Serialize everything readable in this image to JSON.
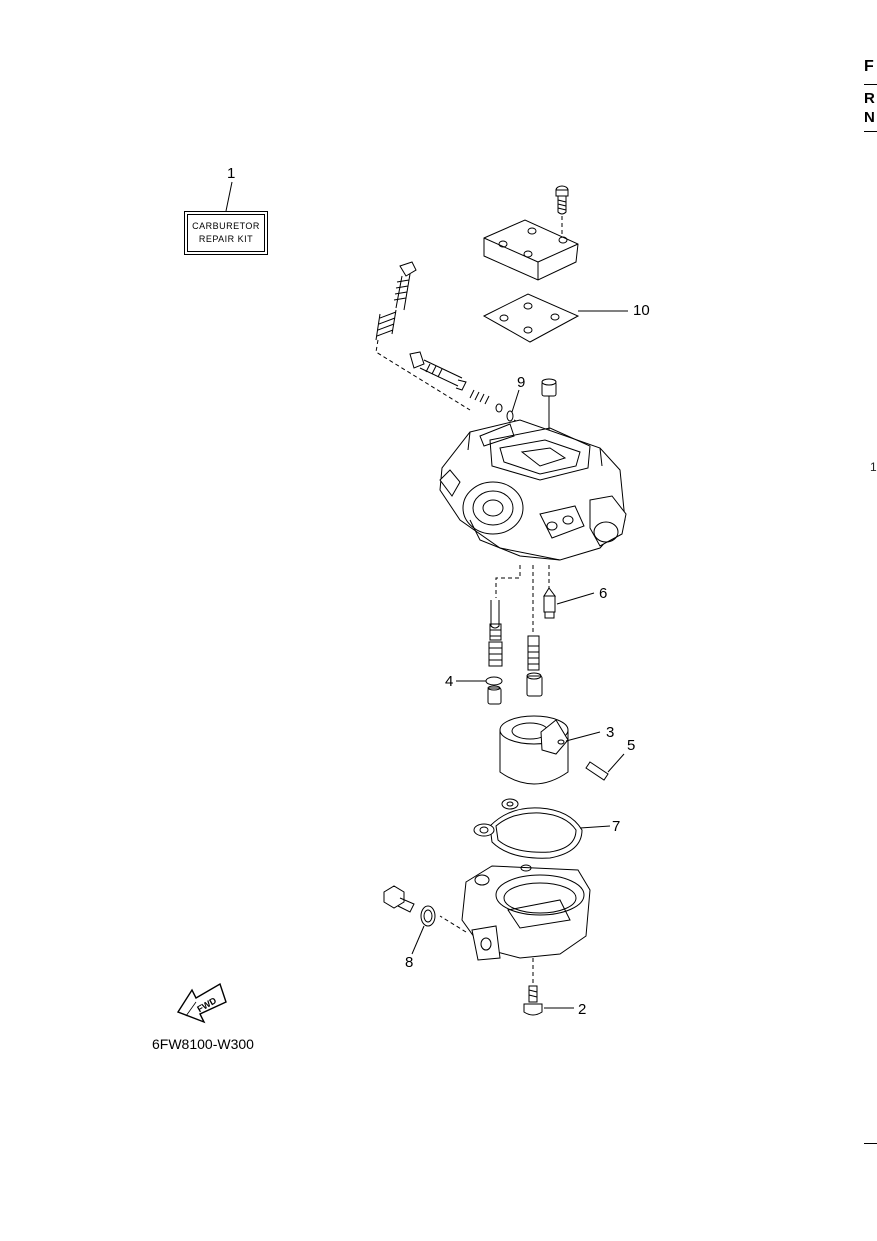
{
  "kit": {
    "line1": "CARBURETOR",
    "line2": "REPAIR KIT"
  },
  "callouts": {
    "c1": "1",
    "c2": "2",
    "c3": "3",
    "c4": "4",
    "c5": "5",
    "c6": "6",
    "c7": "7",
    "c8": "8",
    "c9": "9",
    "c10": "10"
  },
  "fwd_label": "FWD",
  "diagram_code": "6FW8100-W300",
  "edge": {
    "a": "F",
    "b": "R",
    "c": "N",
    "d": "1"
  }
}
